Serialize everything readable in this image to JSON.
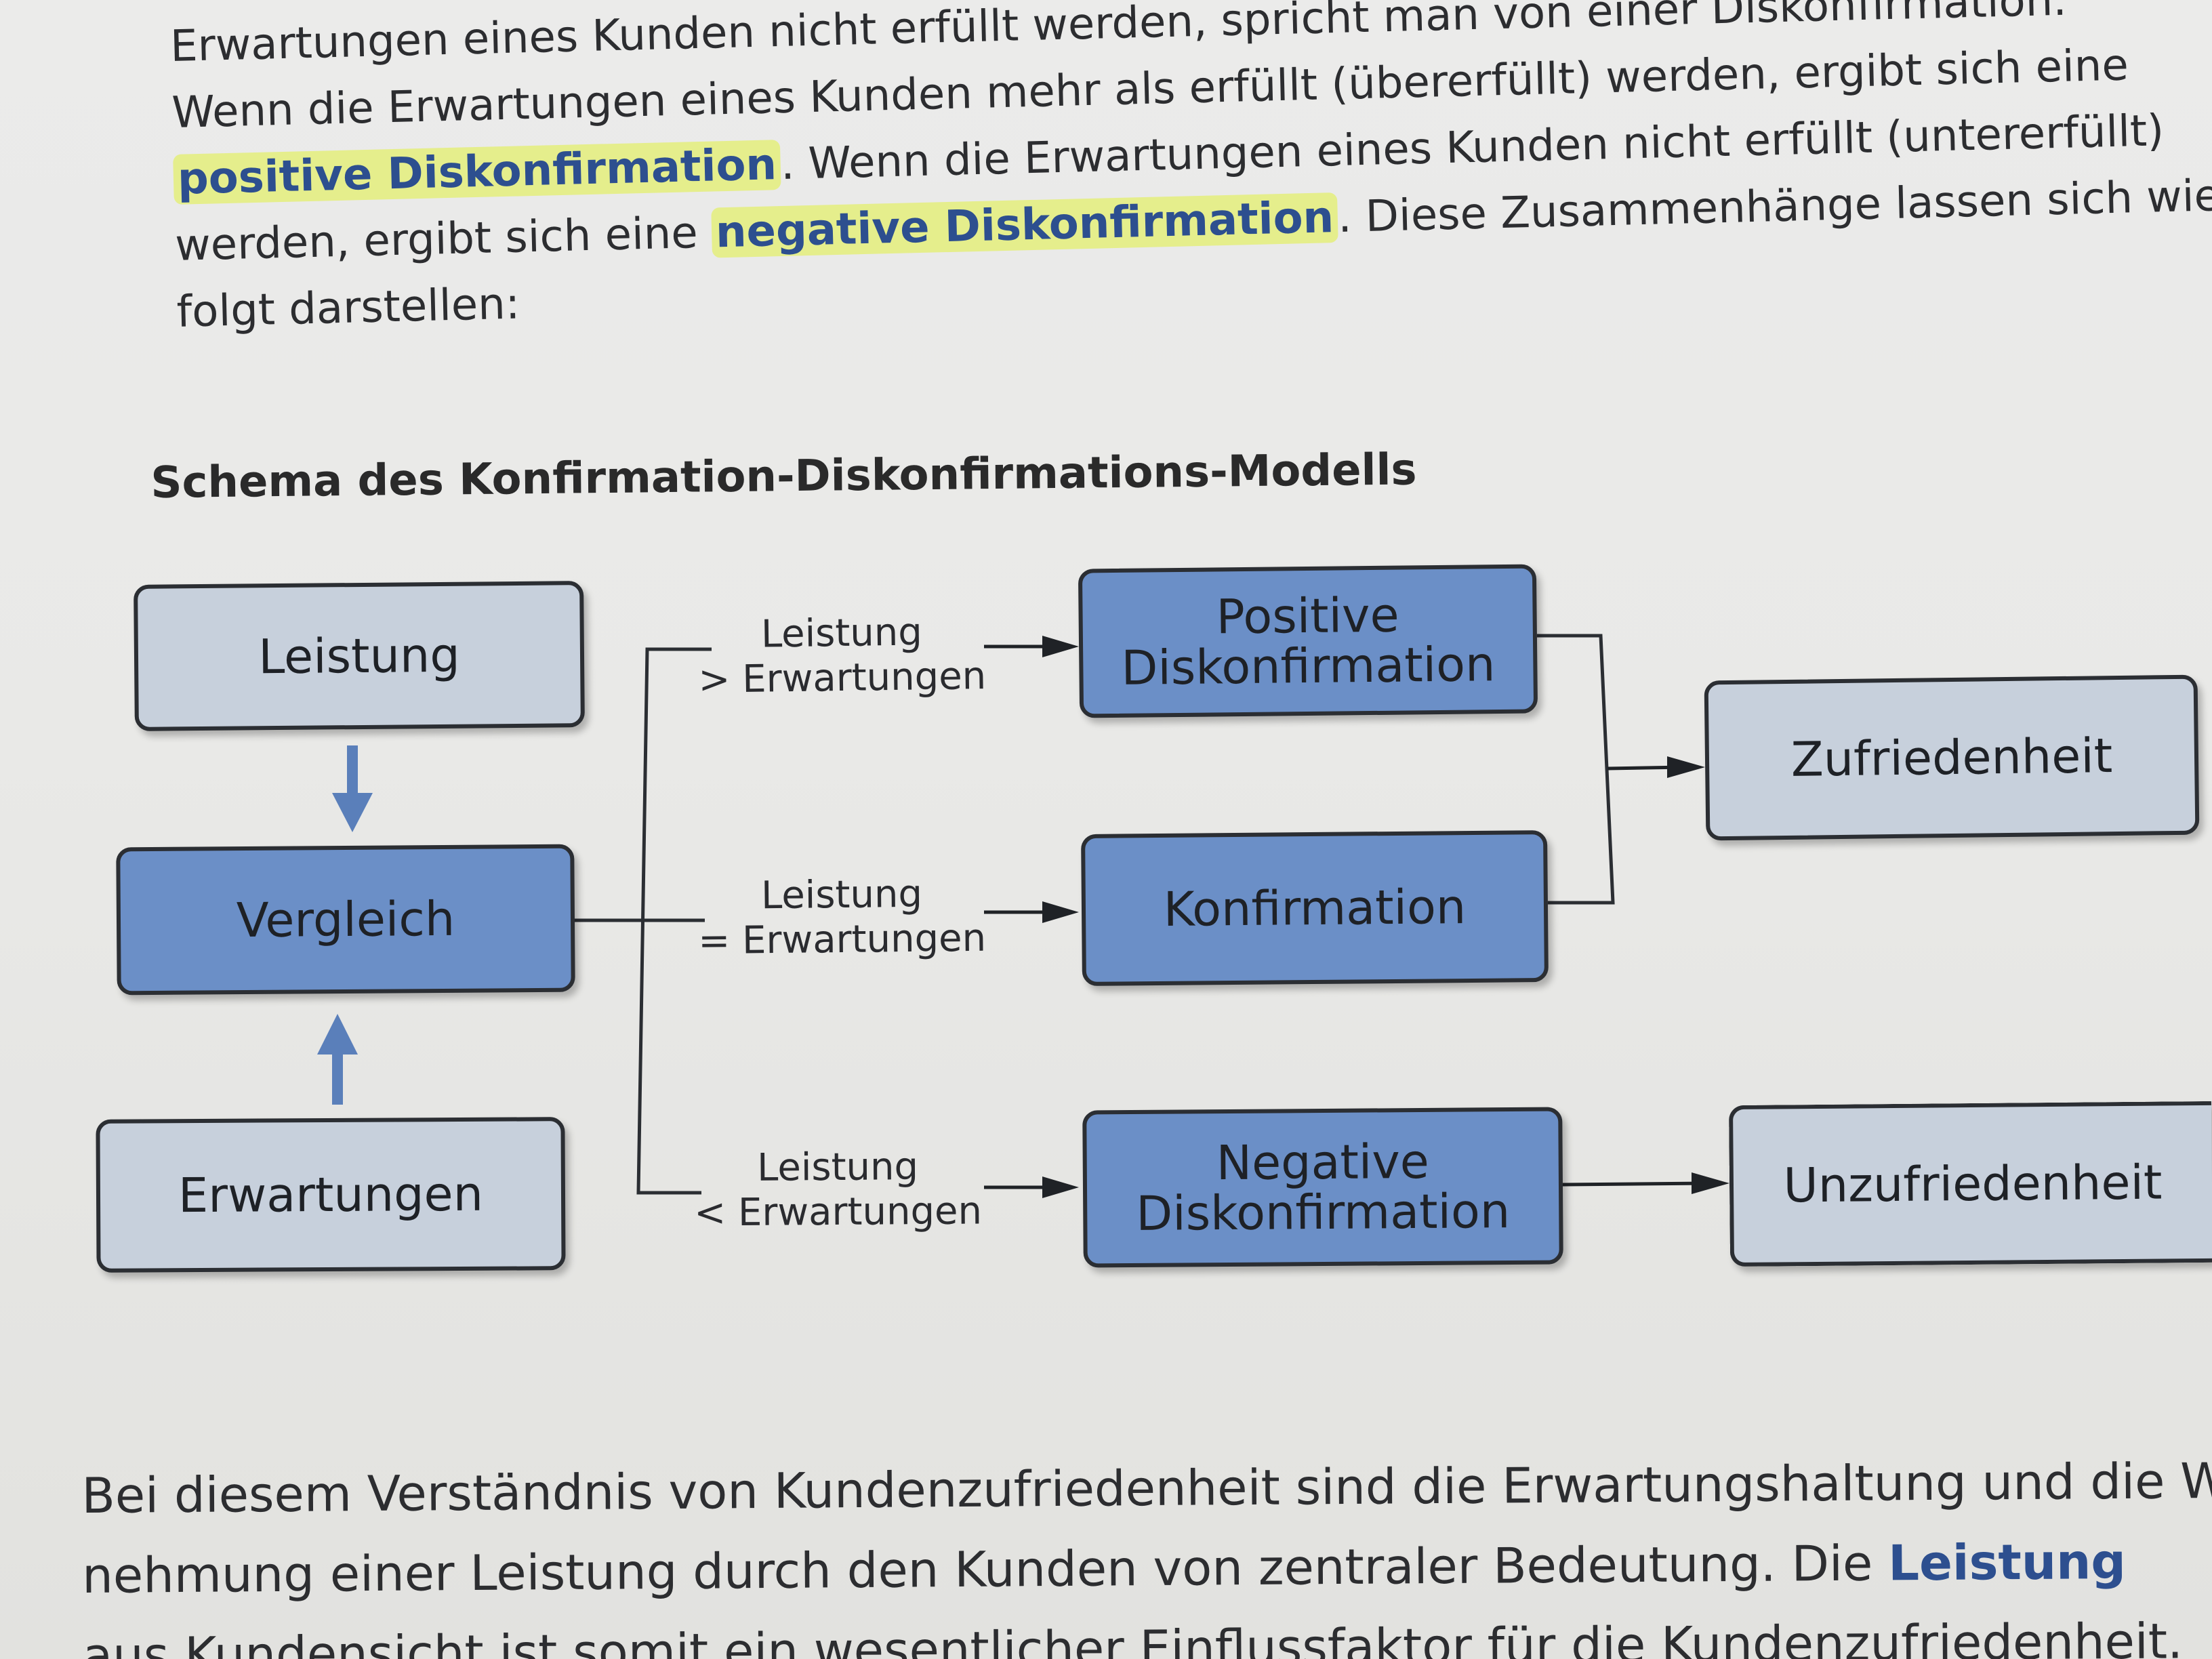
{
  "intro_text": {
    "line1": "Erwartungen eines Kunden nicht erfüllt werden, spricht man von einer Diskonfirmation.",
    "line2": "Wenn die Erwartungen eines Kunden mehr als erfüllt (übererfüllt) werden, ergibt sich eine",
    "line3_term": "positive Diskonfirmation",
    "line3_rest": ". Wenn die Erwartungen eines Kunden nicht erfüllt (untererfüllt)",
    "line4_start": "werden, ergibt sich eine ",
    "line4_term": "negative Diskonfirmation",
    "line4_rest": ". Diese Zusammenhänge lassen sich wie",
    "line5": "folgt darstellen:"
  },
  "diagram": {
    "title": "Schema des Konfirmation-Diskonfirmations-Modells",
    "boxes": {
      "leistung": "Leistung",
      "vergleich": "Vergleich",
      "erwartungen": "Erwartungen",
      "positive_line1": "Positive",
      "positive_line2": "Diskonfirmation",
      "konfirmation": "Konfirmation",
      "negative_line1": "Negative",
      "negative_line2": "Diskonfirmation",
      "zufriedenheit": "Zufriedenheit",
      "unzufriedenheit": "Unzufriedenheit"
    },
    "conditions": {
      "greater_line1": "Leistung",
      "greater_line2": "> Erwartungen",
      "equal_line1": "Leistung",
      "equal_line2": "= Erwartungen",
      "less_line1": "Leistung",
      "less_line2": "< Erwartungen"
    },
    "colors": {
      "light_box": "#c7d0dc",
      "dark_box": "#6b8fc7",
      "vertical_arrow": "#5a7fba"
    }
  },
  "outro_text": {
    "line1": "Bei diesem Verständnis von Kundenzufriedenheit sind die Erwartungshaltung und die Wahr-",
    "line2_start": "nehmung einer Leistung durch den Kunden von zentraler Bedeutung. Die ",
    "line2_term": "Leistung",
    "line3": "aus Kundensicht ist somit ein wesentlicher Einflussfaktor für die Kundenzufriedenheit."
  }
}
